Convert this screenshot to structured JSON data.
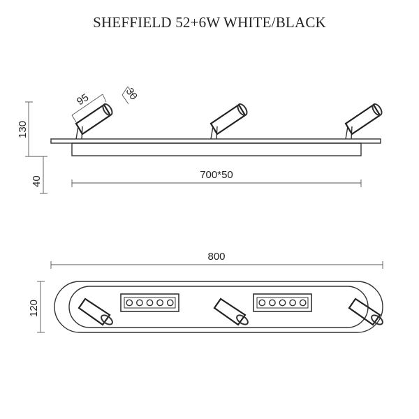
{
  "title": "SHEFFIELD 52+6W WHITE/BLACK",
  "side_view": {
    "dims": {
      "spot_length": "95",
      "spot_diameter": "30",
      "total_height": "130",
      "base_height": "40",
      "base_size": "700*50"
    }
  },
  "top_view": {
    "dims": {
      "length": "800",
      "width": "120"
    },
    "led_modules": [
      {
        "led_count": 5
      },
      {
        "led_count": 5
      }
    ]
  },
  "colors": {
    "line": "#333333",
    "dim_line": "#666666",
    "background": "#ffffff"
  }
}
